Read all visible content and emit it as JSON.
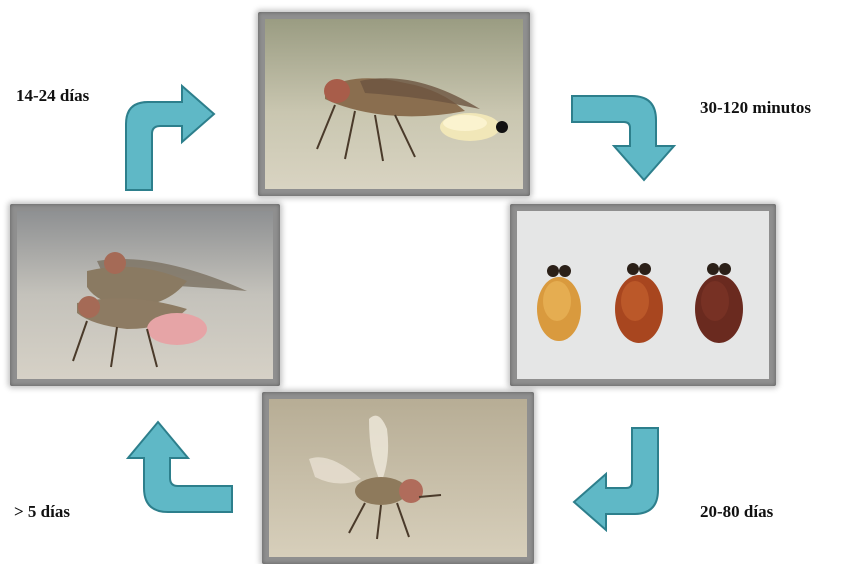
{
  "stages": [
    {
      "id": "larva",
      "label": "30-120 minutos"
    },
    {
      "id": "pupa",
      "label": "20-80 días"
    },
    {
      "id": "adult",
      "label": "> 5 días"
    },
    {
      "id": "mating",
      "label": "14-24 días"
    }
  ],
  "colors": {
    "arrow_fill": "#5fb8c6",
    "arrow_dark": "#2d7f8c",
    "frame": "#8f8f8f",
    "text": "#111111"
  },
  "icons": {
    "arrows": "curved-arrow-icon"
  }
}
